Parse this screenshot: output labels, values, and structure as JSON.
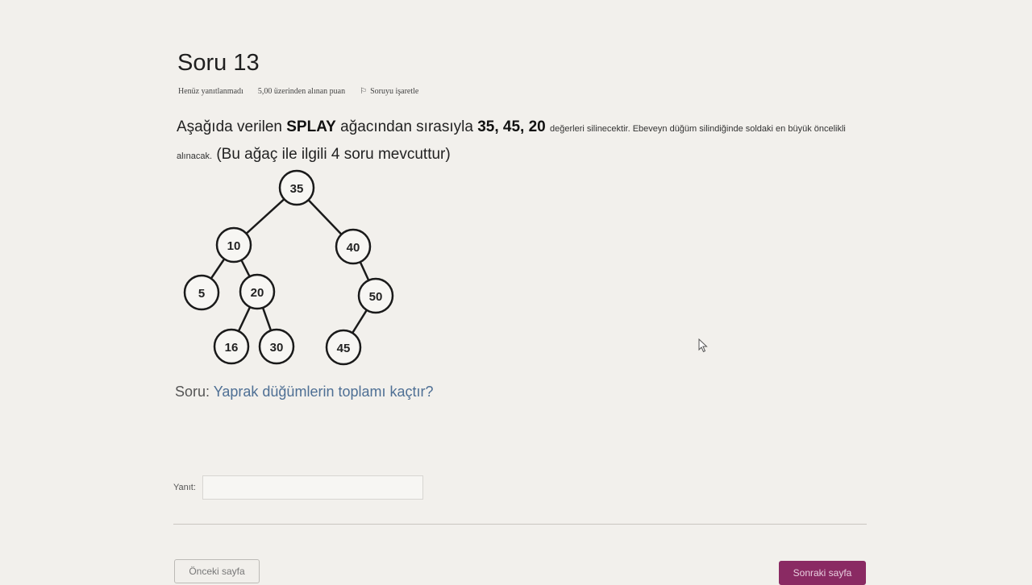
{
  "question": {
    "title": "Soru 13",
    "status": "Henüz yanıtlanmadı",
    "points": "5,00 üzerinden alınan puan",
    "flag_label": "Soruyu işaretle",
    "text": {
      "p1": "Aşağıda verilen ",
      "b1": "SPLAY",
      "p2": " ağacından sırasıyla ",
      "b2": "35, 45, 20",
      "small1": "değerleri silinecektir. Ebeveyn düğüm silindiğinde soldaki en büyük öncelikli alınacak.",
      "note": "(Bu ağaç ile ilgili 4 soru mevcuttur)"
    },
    "prompt_label": "Soru:",
    "prompt_text": " Yaprak düğümlerin toplamı kaçtır?"
  },
  "tree": {
    "nodes": [
      {
        "id": "n35",
        "label": "35"
      },
      {
        "id": "n10",
        "label": "10"
      },
      {
        "id": "n40",
        "label": "40"
      },
      {
        "id": "n5",
        "label": "5"
      },
      {
        "id": "n20",
        "label": "20"
      },
      {
        "id": "n50",
        "label": "50"
      },
      {
        "id": "n16",
        "label": "16"
      },
      {
        "id": "n30",
        "label": "30"
      },
      {
        "id": "n45",
        "label": "45"
      }
    ],
    "edges": [
      [
        "n35",
        "n10"
      ],
      [
        "n35",
        "n40"
      ],
      [
        "n10",
        "n5"
      ],
      [
        "n10",
        "n20"
      ],
      [
        "n40",
        "n50"
      ],
      [
        "n20",
        "n16"
      ],
      [
        "n20",
        "n30"
      ],
      [
        "n50",
        "n45"
      ]
    ]
  },
  "answer": {
    "label": "Yanıt:",
    "value": ""
  },
  "nav": {
    "prev_label": "Önceki sayfa",
    "next_label": "Sonraki sayfa"
  },
  "colors": {
    "accent": "#8a2a63",
    "prompt": "#4e6f94"
  },
  "icons": {
    "flag": "flag-icon",
    "cursor": "mouse-pointer-icon"
  }
}
